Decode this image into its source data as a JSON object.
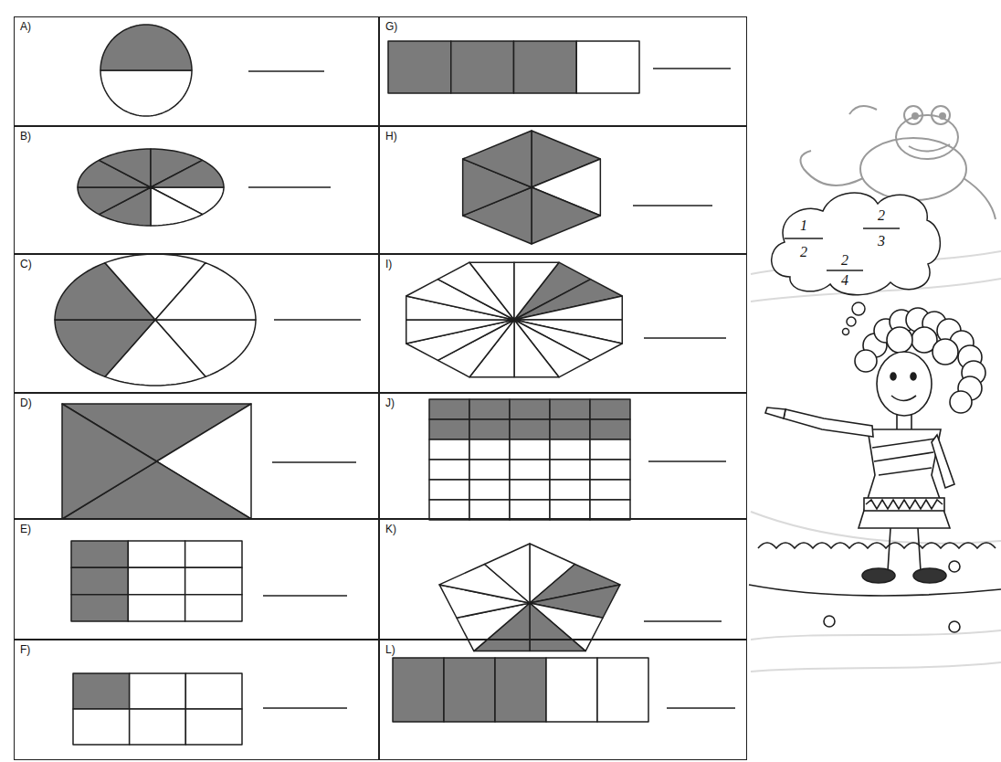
{
  "diagram": {
    "nodes": [
      {
        "text": [
          "A)"
        ]
      },
      {
        "text": [
          "B)"
        ]
      },
      {
        "text": [
          "C)"
        ]
      },
      {
        "text": [
          "D)"
        ]
      },
      {
        "text": [
          "E)"
        ]
      },
      {
        "text": [
          "F)"
        ]
      },
      {
        "text": [
          "G)"
        ]
      },
      {
        "text": [
          "H)"
        ]
      },
      {
        "text": [
          "I)"
        ]
      },
      {
        "text": [
          "J)"
        ]
      },
      {
        "text": [
          "K)"
        ]
      },
      {
        "text": [
          "L)"
        ]
      },
      {
        "text": [
          "1",
          "2",
          "2",
          "3",
          "2",
          "4"
        ]
      }
    ]
  }
}
